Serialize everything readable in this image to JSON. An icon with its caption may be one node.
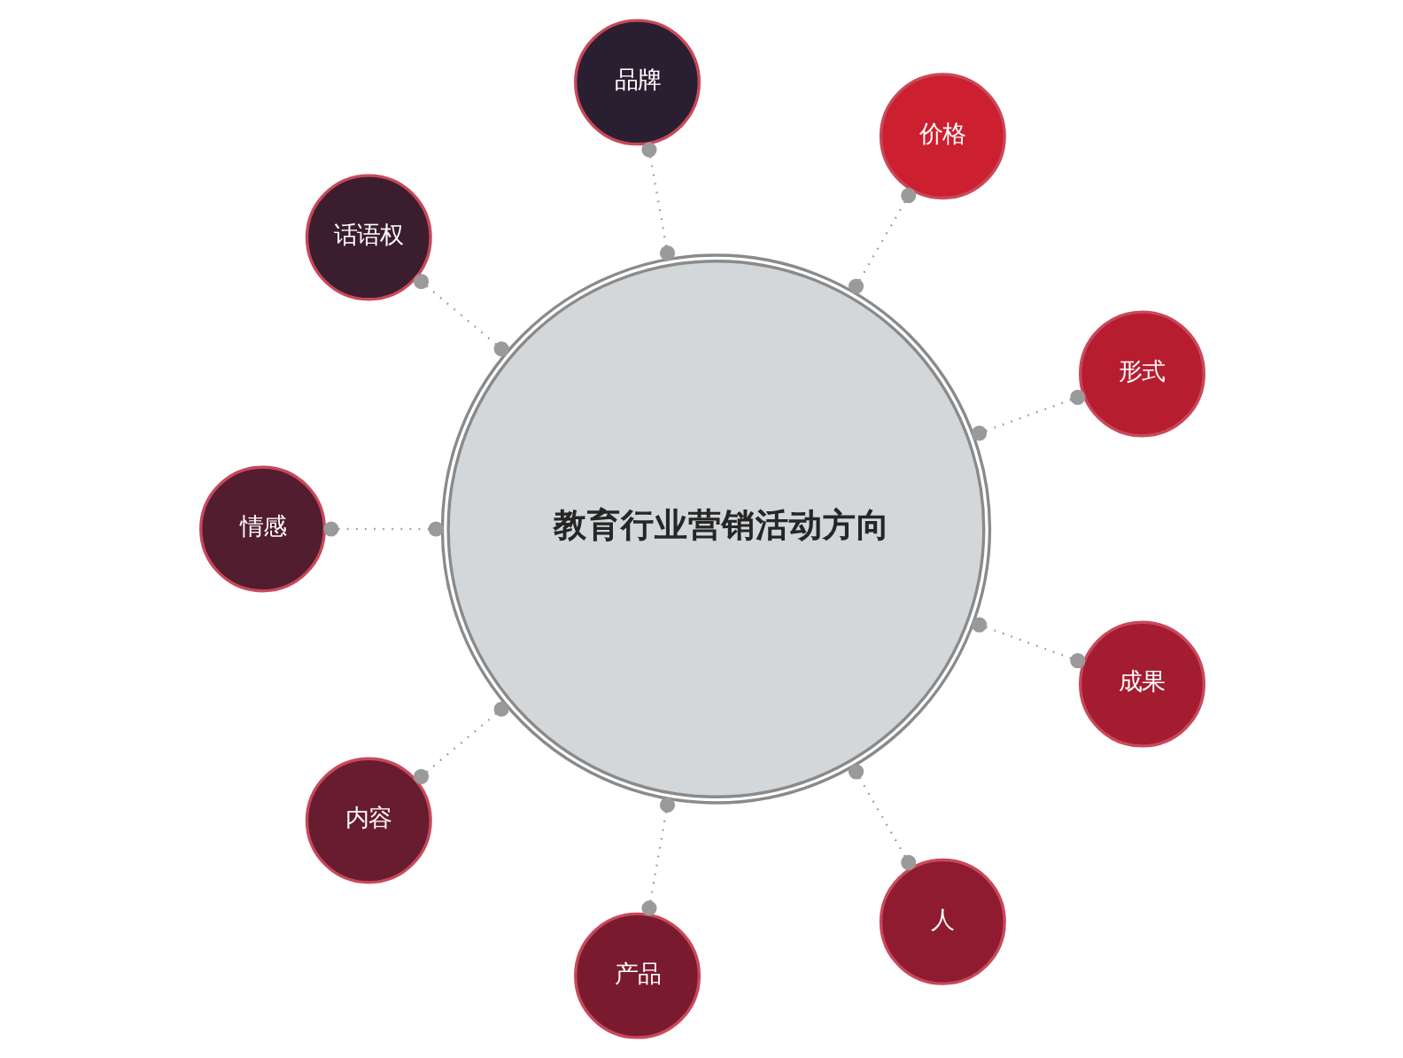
{
  "diagram": {
    "nodes": [
      {
        "text": [
          "教育行业营销活动方向"
        ]
      },
      {
        "text": [
          "品牌"
        ]
      },
      {
        "text": [
          "话语权"
        ]
      },
      {
        "text": [
          "情感"
        ]
      },
      {
        "text": [
          "内容"
        ]
      },
      {
        "text": [
          "产品"
        ]
      },
      {
        "text": [
          "人"
        ]
      },
      {
        "text": [
          "成果"
        ]
      },
      {
        "text": [
          "形式"
        ]
      },
      {
        "text": [
          "价格"
        ]
      }
    ],
    "edges": [
      {
        "from": 0,
        "to": 1,
        "arrow": "other"
      },
      {
        "from": 0,
        "to": 2,
        "arrow": "other"
      },
      {
        "from": 0,
        "to": 3,
        "arrow": "other"
      },
      {
        "from": 0,
        "to": 4,
        "arrow": "other"
      },
      {
        "from": 0,
        "to": 5,
        "arrow": "other"
      },
      {
        "from": 0,
        "to": 6,
        "arrow": "other"
      },
      {
        "from": 0,
        "to": 7,
        "arrow": "other"
      },
      {
        "from": 0,
        "to": 8,
        "arrow": "other"
      },
      {
        "from": 0,
        "to": 9,
        "arrow": "other"
      }
    ]
  }
}
